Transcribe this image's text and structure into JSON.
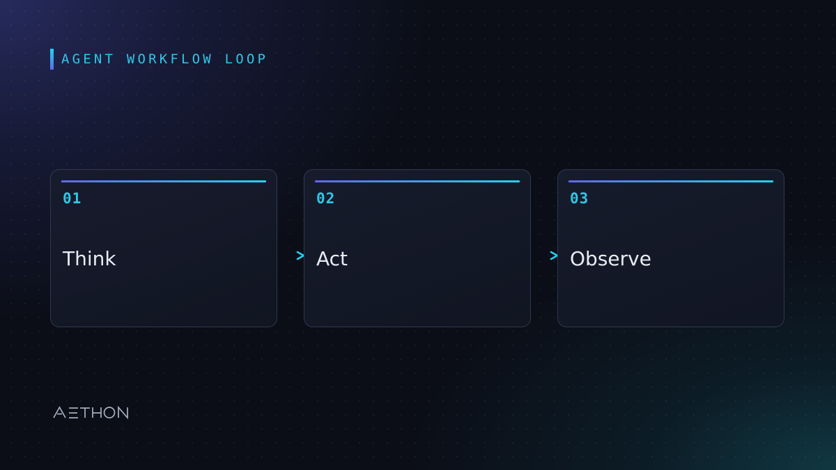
{
  "slide": {
    "title": "AGENT WORKFLOW LOOP",
    "brand": "AETHON"
  },
  "steps": [
    {
      "number": "01",
      "label": "Think"
    },
    {
      "number": "02",
      "label": "Act"
    },
    {
      "number": "03",
      "label": "Observe"
    }
  ],
  "colors": {
    "accent_cyan": "#2fc7e6",
    "accent_indigo": "#6366f1",
    "background": "#0b0e17",
    "card_text": "#e9ecf3"
  },
  "icons": {
    "connector": "arrow-right-icon",
    "logo": "aethon-logo"
  }
}
